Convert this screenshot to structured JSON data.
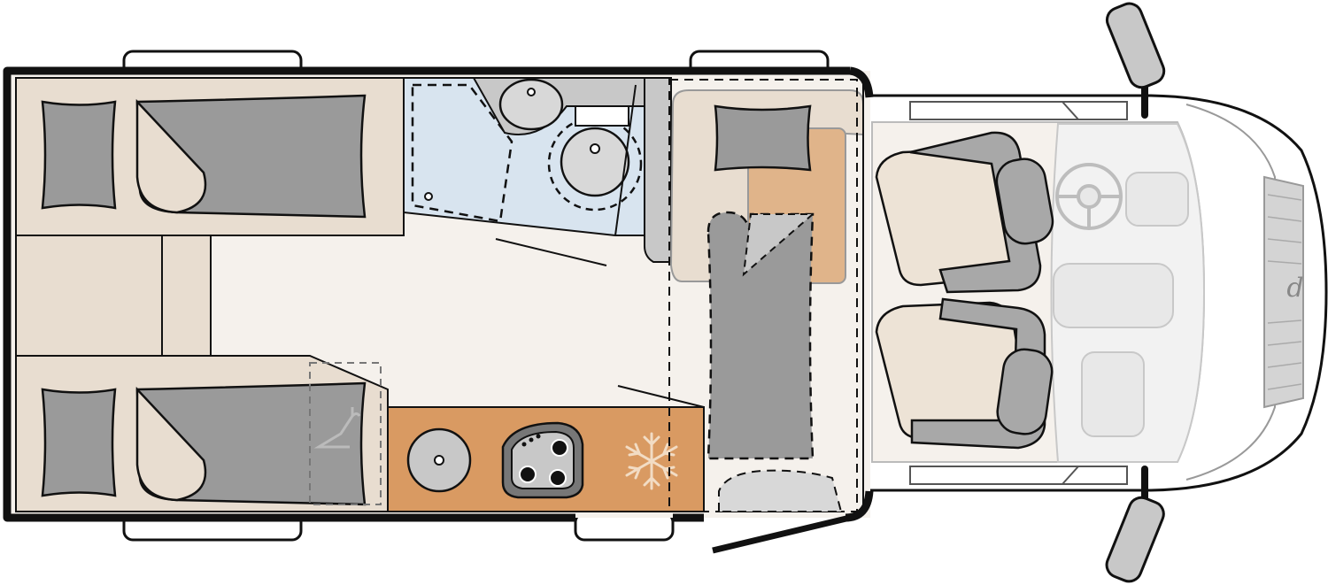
{
  "diagram": {
    "type": "motorhome-floor-plan",
    "colors": {
      "outline": "#111111",
      "body_shell": "#f5f1ec",
      "bed_base": "#e8ddd0",
      "mattress": "#9a9a9a",
      "bathroom": "#d8e4ef",
      "kitchen": "#d99a62",
      "cab_seat": "#ede3d6",
      "wheel": "#ffffff",
      "dinette_table": "#e0b48a"
    },
    "areas": [
      {
        "name": "rear-bed-upper",
        "icons": [
          "pillow-icon",
          "blanket-icon"
        ]
      },
      {
        "name": "rear-bed-lower",
        "icons": [
          "pillow-icon",
          "blanket-icon",
          "hanger-icon"
        ]
      },
      {
        "name": "washroom",
        "icons": [
          "sink-icon",
          "toilet-icon",
          "shower-tray-icon"
        ]
      },
      {
        "name": "kitchen",
        "icons": [
          "sink-icon",
          "hob-icon",
          "snowflake-icon"
        ]
      },
      {
        "name": "dinette",
        "icons": [
          "cushion-icon",
          "table-icon",
          "bench-icon"
        ]
      },
      {
        "name": "cab",
        "icons": [
          "driver-seat-icon",
          "passenger-seat-icon",
          "steering-wheel-icon",
          "mirror-icon",
          "logo-icon"
        ]
      }
    ]
  }
}
